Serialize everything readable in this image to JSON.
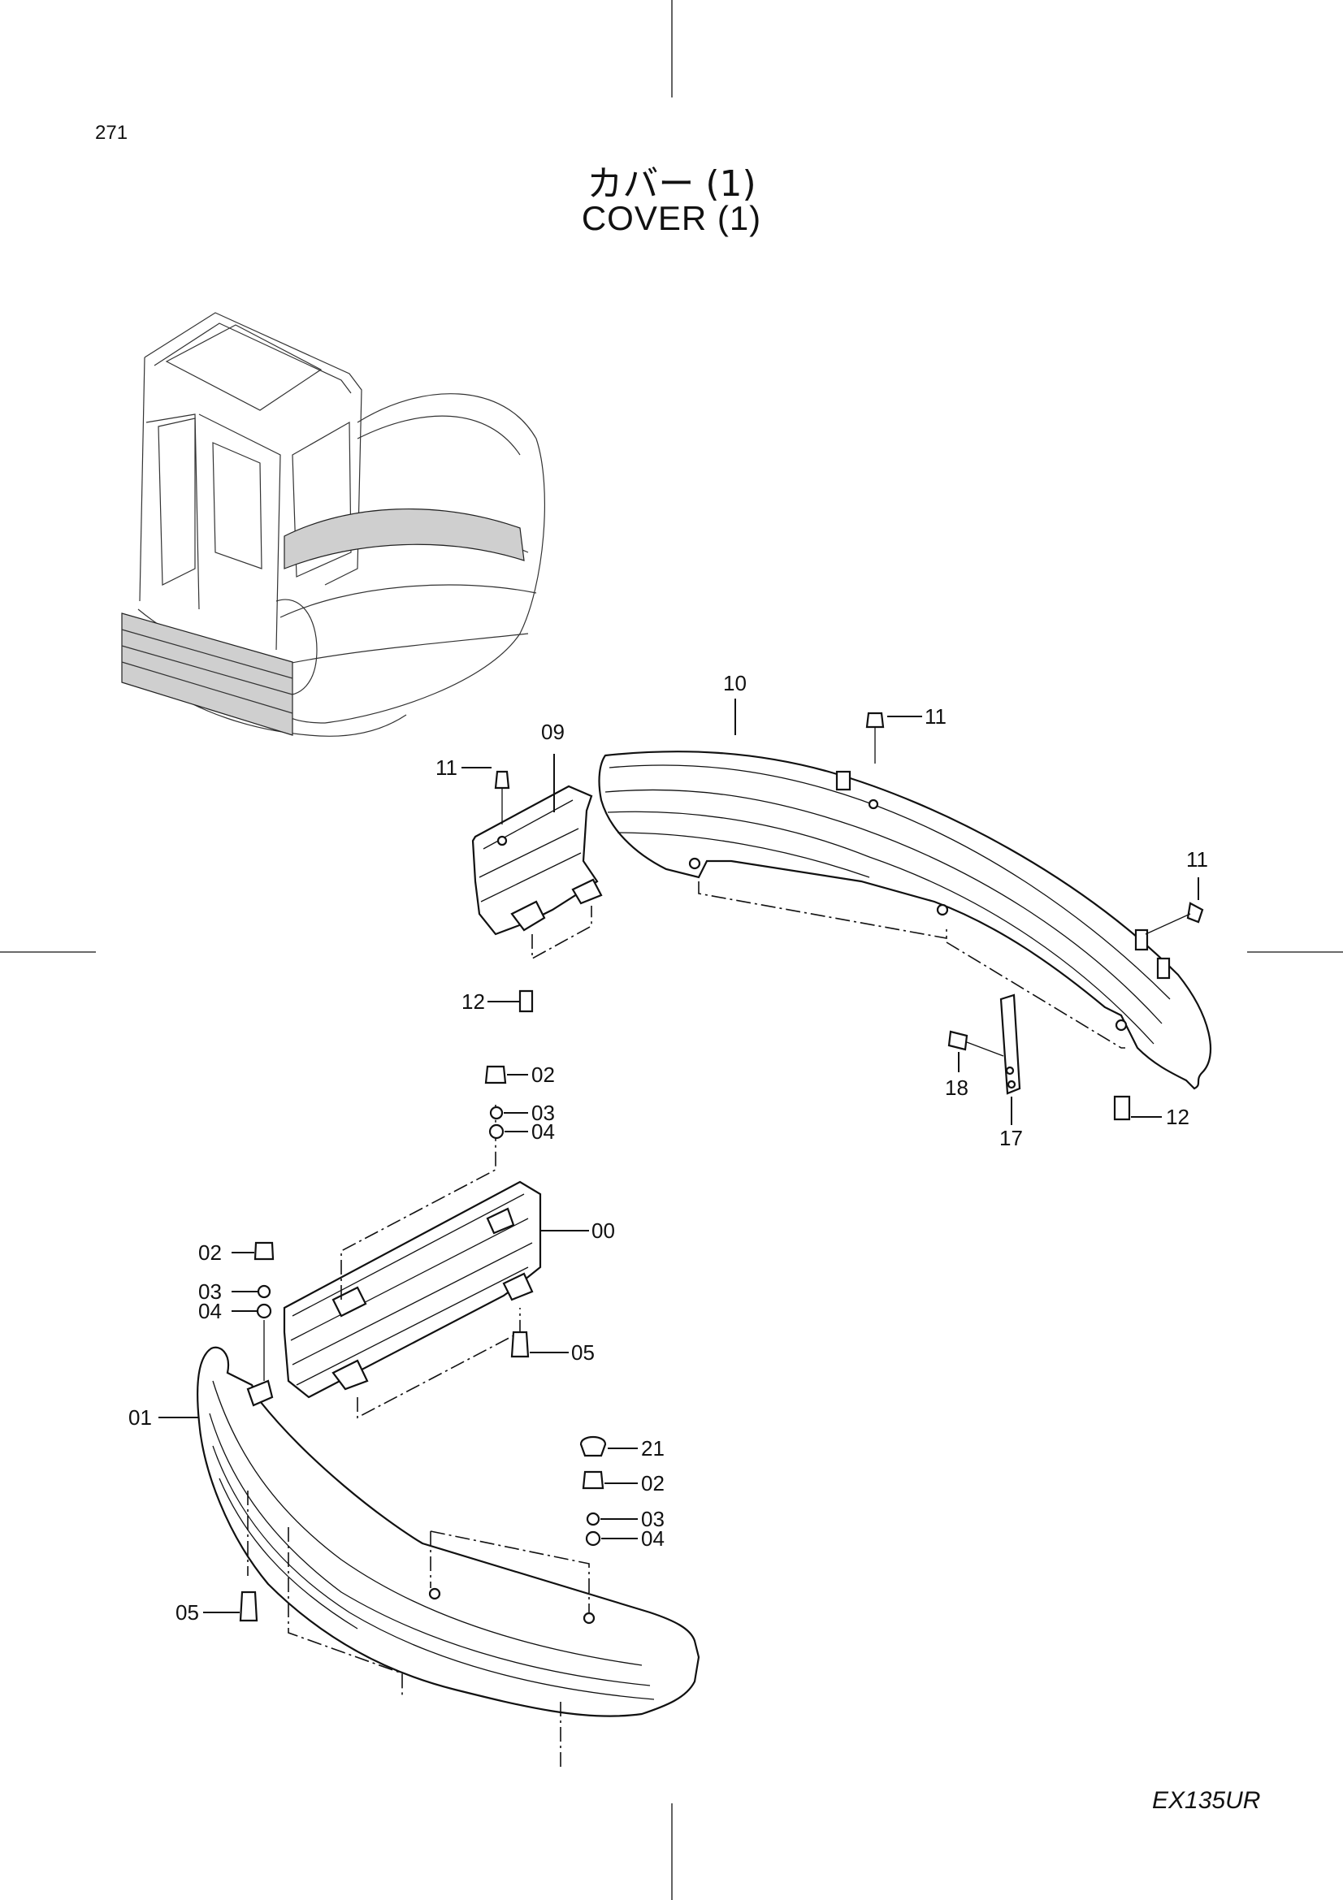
{
  "page_number": "271",
  "title_jp": "カバー (1)",
  "title_en": "COVER (1)",
  "model": "EX135UR",
  "callouts": [
    {
      "id": "c10",
      "label": "10"
    },
    {
      "id": "c09",
      "label": "09"
    },
    {
      "id": "c11a",
      "label": "11"
    },
    {
      "id": "c11b",
      "label": "11"
    },
    {
      "id": "c11c",
      "label": "11"
    },
    {
      "id": "c12a",
      "label": "12"
    },
    {
      "id": "c12b",
      "label": "12"
    },
    {
      "id": "c18",
      "label": "18"
    },
    {
      "id": "c17",
      "label": "17"
    },
    {
      "id": "c02a",
      "label": "02"
    },
    {
      "id": "c03a",
      "label": "03"
    },
    {
      "id": "c04a",
      "label": "04"
    },
    {
      "id": "c00",
      "label": "00"
    },
    {
      "id": "c02b",
      "label": "02"
    },
    {
      "id": "c03b",
      "label": "03"
    },
    {
      "id": "c04b",
      "label": "04"
    },
    {
      "id": "c05a",
      "label": "05"
    },
    {
      "id": "c01",
      "label": "01"
    },
    {
      "id": "c21",
      "label": "21"
    },
    {
      "id": "c02c",
      "label": "02"
    },
    {
      "id": "c03c",
      "label": "03"
    },
    {
      "id": "c04c",
      "label": "04"
    },
    {
      "id": "c05b",
      "label": "05"
    }
  ]
}
